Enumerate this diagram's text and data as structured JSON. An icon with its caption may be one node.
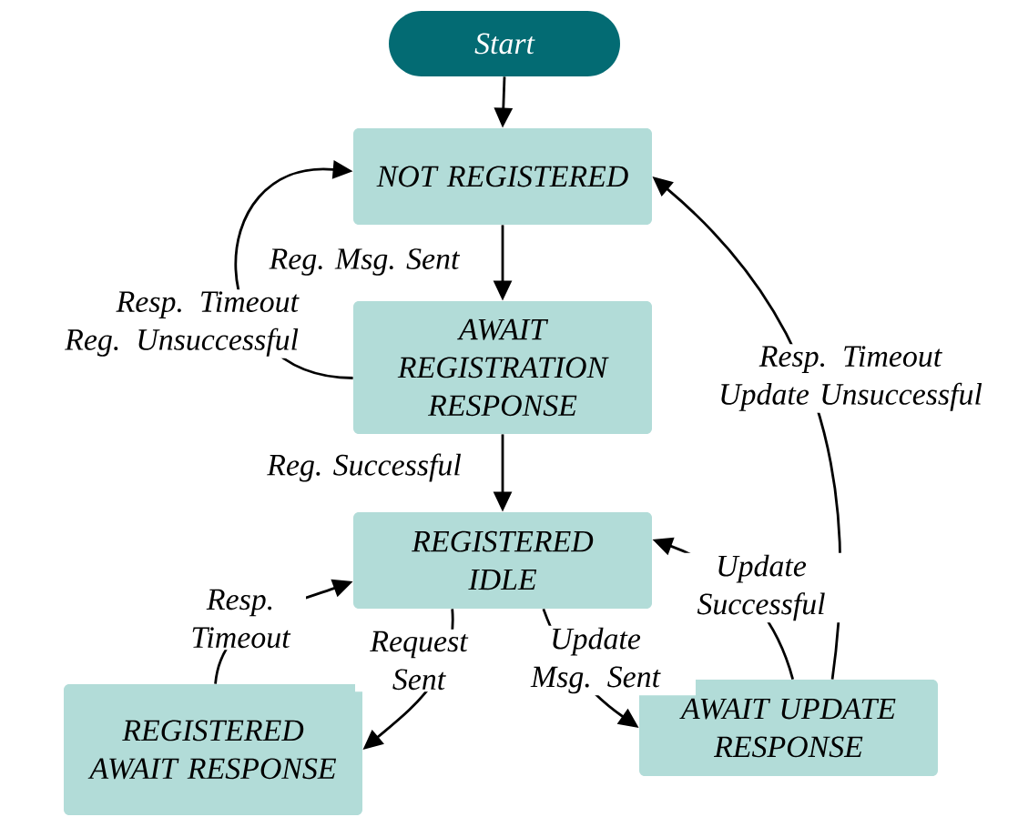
{
  "diagram": {
    "nodes": [
      {
        "text": [
          "Start"
        ]
      },
      {
        "text": [
          "NOT REGISTERED"
        ]
      },
      {
        "text": [
          "AWAIT REGISTRATION RESPONSE"
        ]
      },
      {
        "text": [
          "REGISTERED IDLE"
        ]
      },
      {
        "text": [
          "REGISTERED AWAIT RESPONSE"
        ]
      },
      {
        "text": [
          "AWAIT UPDATE RESPONSE"
        ]
      }
    ],
    "edges": [
      {
        "from": 0,
        "to": 1,
        "arrow": "to"
      },
      {
        "from": 1,
        "to": 2,
        "arrow": "to",
        "label": "Reg. Msg. Sent"
      },
      {
        "from": 2,
        "to": 1,
        "arrow": "to",
        "label": "Resp. Timeout Reg. Unsuccessful"
      },
      {
        "from": 2,
        "to": 3,
        "arrow": "to",
        "label": "Reg. Successful"
      },
      {
        "from": 3,
        "to": 4,
        "arrow": "to",
        "label": "Request Sent"
      },
      {
        "from": 4,
        "to": 3,
        "arrow": "to",
        "label": "Resp. Timeout"
      },
      {
        "from": 3,
        "to": 5,
        "arrow": "to",
        "label": "Update Msg. Sent"
      },
      {
        "from": 5,
        "to": 3,
        "arrow": "to",
        "label": "Update Successful"
      },
      {
        "from": 5,
        "to": 1,
        "arrow": "to",
        "label": "Resp. Timeout Update Unsuccessful"
      }
    ]
  }
}
